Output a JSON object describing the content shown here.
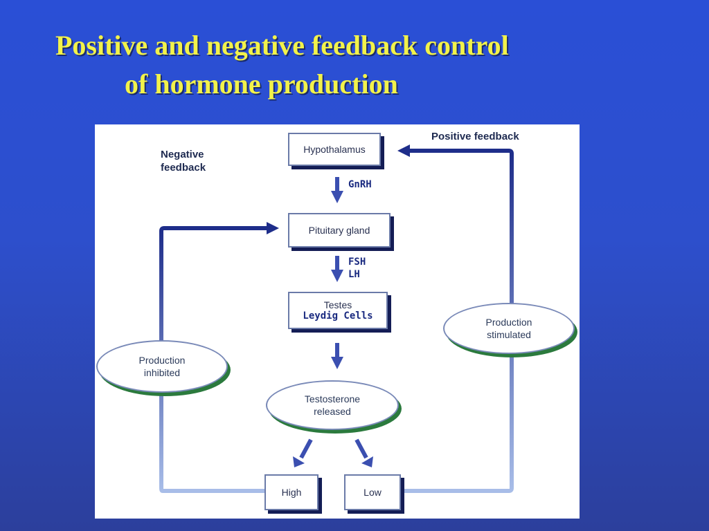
{
  "title": {
    "line1": "Positive and negative feedback control",
    "line2": "of hormone production"
  },
  "diagram": {
    "negative_feedback_label_line1": "Negative",
    "negative_feedback_label_line2": "feedback",
    "positive_feedback_label": "Positive feedback",
    "boxes": {
      "hypothalamus": "Hypothalamus",
      "pituitary": "Pituitary gland",
      "testes": "Testes",
      "high": "High",
      "low": "Low"
    },
    "handwritten": {
      "gnrh": "GnRH",
      "fsh": "FSH",
      "lh": "LH",
      "leydig": "Leydig Cells"
    },
    "ellipses": {
      "production_inhibited_line1": "Production",
      "production_inhibited_line2": "inhibited",
      "production_stimulated_line1": "Production",
      "production_stimulated_line2": "stimulated",
      "testosterone_line1": "Testosterone",
      "testosterone_line2": "released"
    },
    "colors": {
      "feedback_line": "#1e2d8a",
      "flow_arrow": "#3b4fb0",
      "ellipse_shadow": "#2b7a3d",
      "title_text": "#f2f24a"
    }
  }
}
